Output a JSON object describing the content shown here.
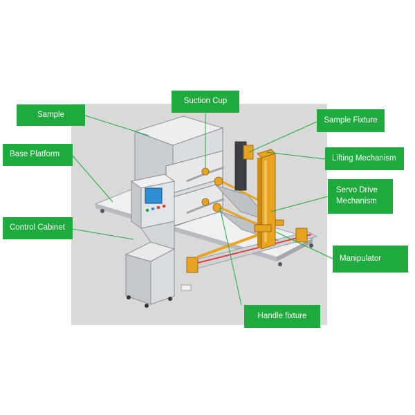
{
  "colors": {
    "label_bg": "#1faa3e",
    "leader_line": "#1faa3e",
    "backdrop": "#d9d9d9",
    "metal_light": "#e6e8ea",
    "metal_mid": "#c8cbce",
    "fixture_orange": "#e8a320",
    "rail_red": "#e0413a",
    "screen_blue": "#2f8fd6"
  },
  "labels": {
    "sample": "Sample",
    "base_platform": "Base Platform",
    "control_cabinet": "Control Cabinet",
    "suction_cup": "Suction Cup",
    "sample_fixture": "Sample Fixture",
    "lifting_mechanism": "Lifting Mechanism",
    "servo_drive_line1": "Servo Drive",
    "servo_drive_line2": "Mechanism",
    "manipulator": "Manipulator",
    "handle_fixture": "Handle fixture"
  }
}
